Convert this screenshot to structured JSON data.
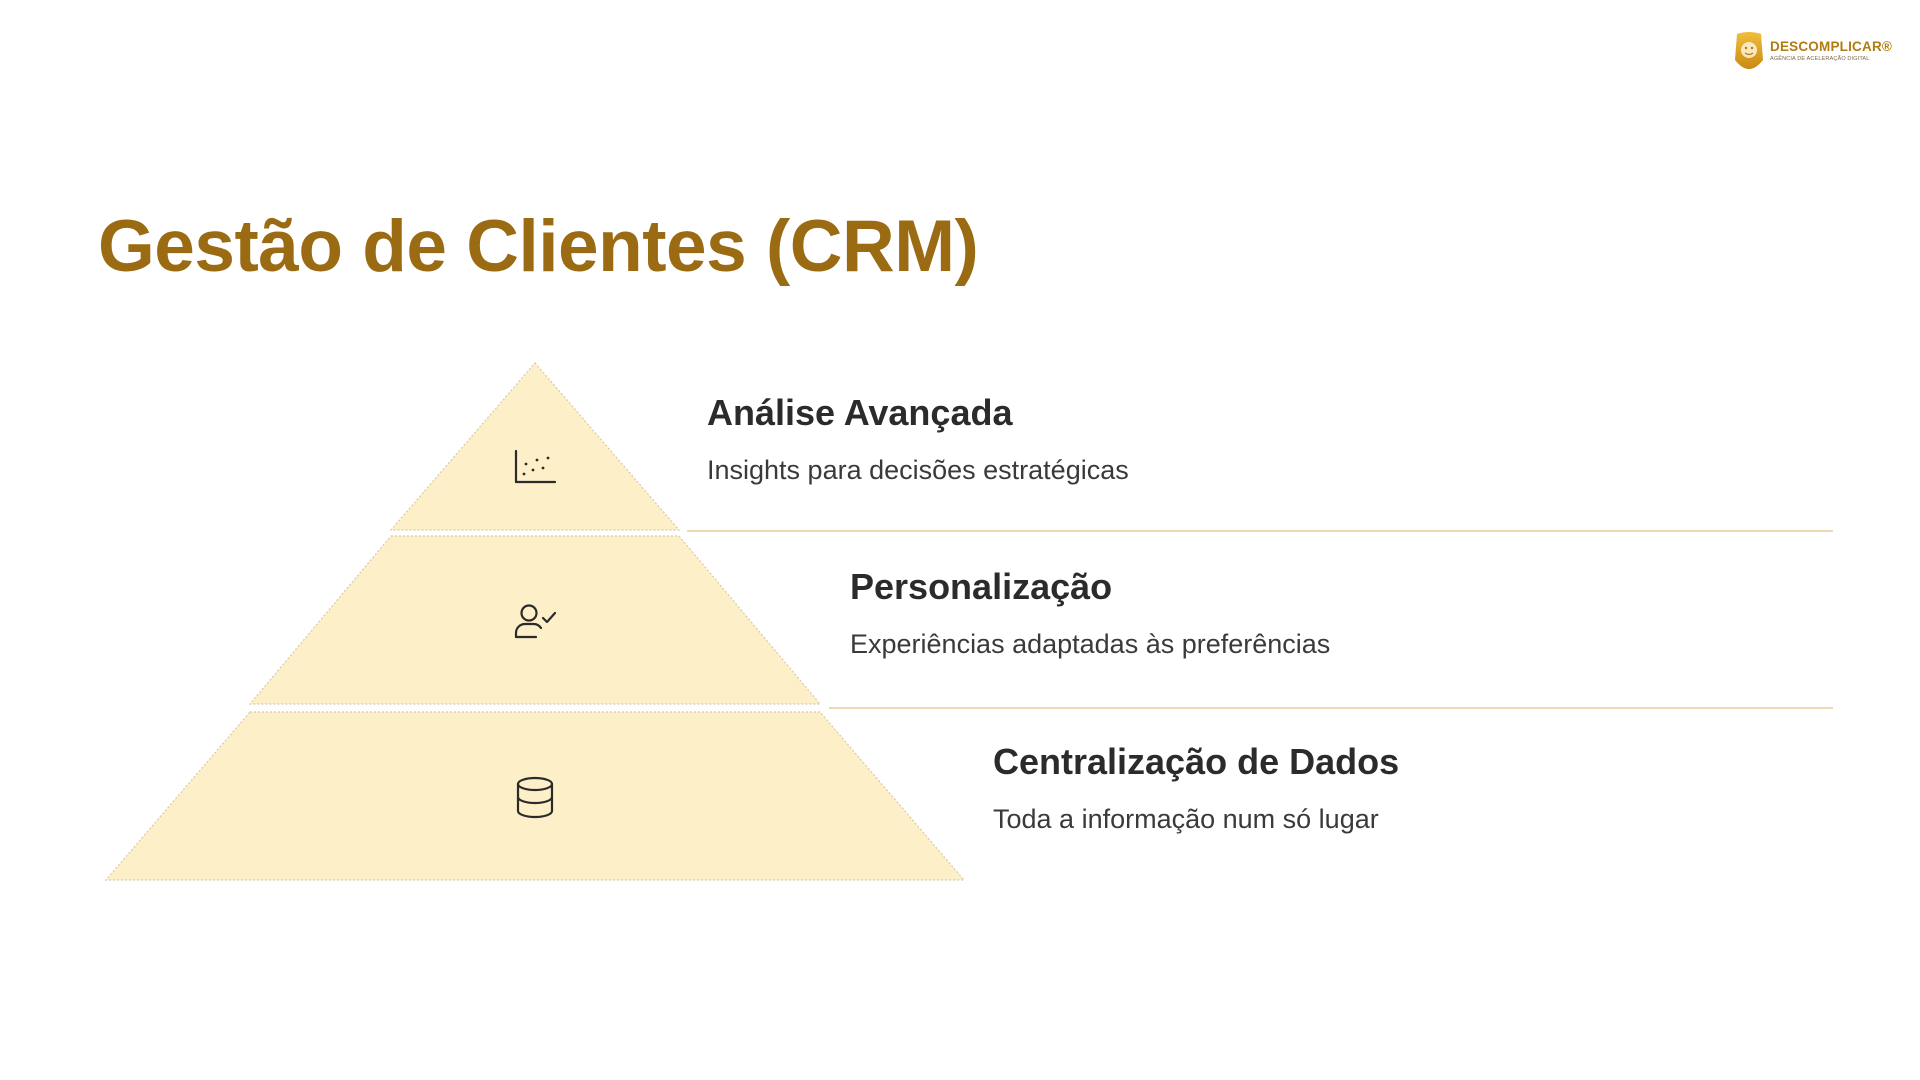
{
  "brand": {
    "name": "DESCOMPLICAR®",
    "tagline": "AGÊNCIA DE ACELERAÇÃO DIGITAL",
    "icon": "lion-shield-icon",
    "color": "#e0a21b"
  },
  "title": "Gestão de Clientes (CRM)",
  "colors": {
    "title": "#9a6b12",
    "tier_fill": "#fdefc8",
    "divider": "#ecd9b4",
    "text_dark": "#2b2b2b"
  },
  "tiers": [
    {
      "title": "Análise Avançada",
      "description": "Insights para decisões estratégicas",
      "icon": "scatter-chart-icon"
    },
    {
      "title": "Personalização",
      "description": "Experiências adaptadas às preferências",
      "icon": "user-check-icon"
    },
    {
      "title": "Centralização de Dados",
      "description": "Toda a informação num só lugar",
      "icon": "database-icon"
    }
  ]
}
